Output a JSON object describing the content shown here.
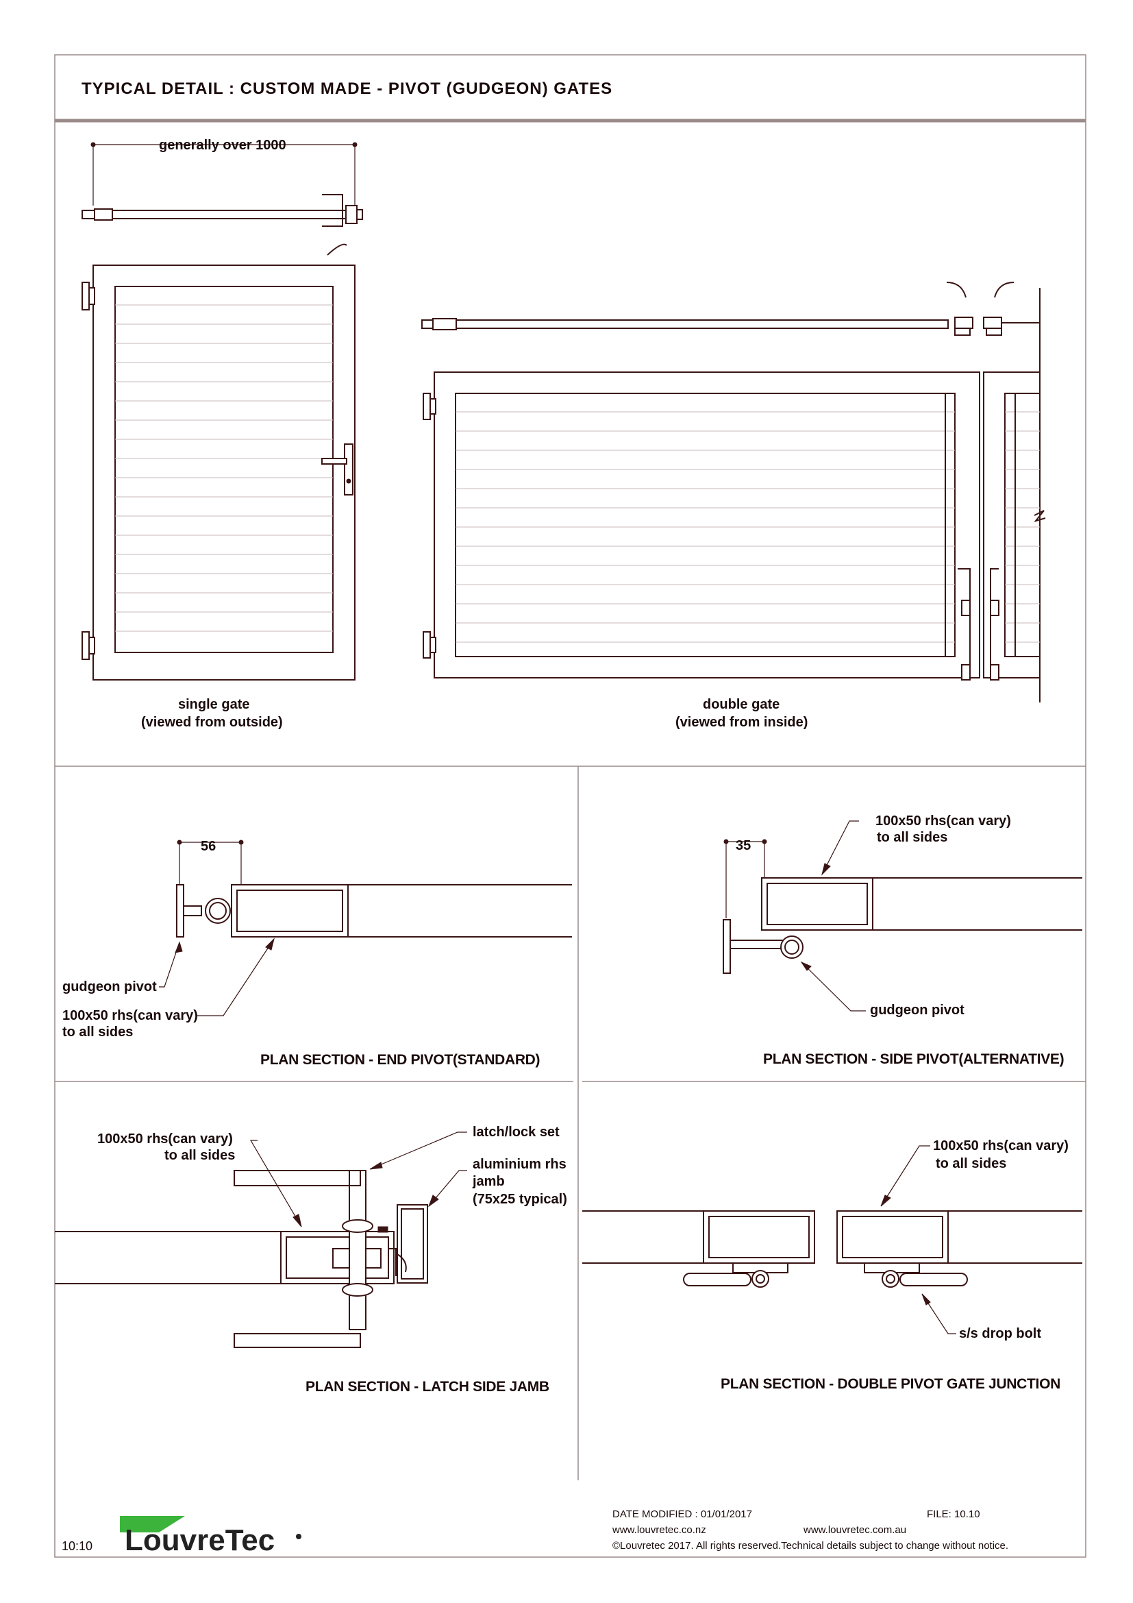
{
  "header": {
    "title": "TYPICAL DETAIL : CUSTOM MADE - PIVOT (GUDGEON) GATES"
  },
  "elevations": {
    "dimension_label": "generally over 1000",
    "single_gate": {
      "caption_line1": "single  gate",
      "caption_line2": "(viewed from outside)"
    },
    "double_gate": {
      "caption_line1": "double  gate",
      "caption_line2": "(viewed from inside)"
    }
  },
  "sections": {
    "end_pivot": {
      "caption": "PLAN SECTION - END PIVOT(STANDARD)",
      "dimension": "56",
      "label_pivot": "gudgeon pivot",
      "label_rhs_line1": "100x50 rhs(can vary)",
      "label_rhs_line2": "to all sides"
    },
    "side_pivot": {
      "caption": "PLAN SECTION - SIDE PIVOT(ALTERNATIVE)",
      "dimension": "35",
      "label_rhs_line1": "100x50 rhs(can vary)",
      "label_rhs_line2": "to all sides",
      "label_pivot": "gudgeon pivot"
    },
    "latch_side": {
      "caption": "PLAN SECTION - LATCH SIDE JAMB",
      "label_rhs_line1": "100x50 rhs(can vary)",
      "label_rhs_line2": "to all sides",
      "label_latch": "latch/lock set",
      "label_jamb_line1": "aluminium rhs",
      "label_jamb_line2": "jamb",
      "label_jamb_line3": "(75x25 typical)"
    },
    "double_junction": {
      "caption": "PLAN SECTION - DOUBLE PIVOT GATE JUNCTION",
      "label_rhs_line1": "100x50 rhs(can vary)",
      "label_rhs_line2": "to all sides",
      "label_bolt": "s/s drop bolt"
    }
  },
  "footer": {
    "page_number": "10:10",
    "logo_text": "LouvreTec",
    "logo_accent_color": "#3cb43c",
    "date_modified": "DATE MODIFIED : 01/01/2017",
    "file": "FILE: 10.10",
    "website_nz": "www.louvretec.co.nz",
    "website_au": "www.louvretec.com.au",
    "copyright": "©Louvretec 2017. All rights reserved.Technical details subject to change without notice."
  }
}
